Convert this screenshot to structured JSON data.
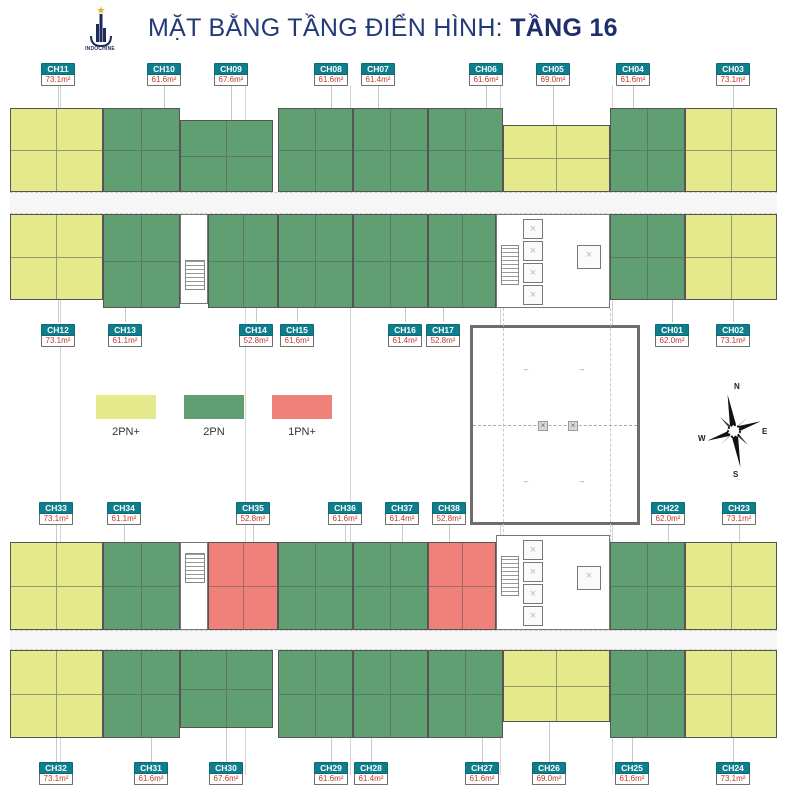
{
  "header": {
    "logo_text": "INDOCHINE",
    "title_prefix": "MẶT BẰNG TẦNG ĐIỂN HÌNH: ",
    "title_floor": "TẦNG 16"
  },
  "colors": {
    "type_2pn_plus": "#e4e98c",
    "type_2pn": "#5f9f72",
    "type_1pn_plus": "#f0817a",
    "tag_header": "#0f7e8c",
    "tag_area_text": "#c0392b",
    "title": "#233a7a"
  },
  "legend": [
    {
      "label": "2PN+",
      "color": "#e4e98c"
    },
    {
      "label": "2PN",
      "color": "#5f9f72"
    },
    {
      "label": "1PN+",
      "color": "#f0817a"
    }
  ],
  "compass": {
    "n": "N",
    "s": "S",
    "e": "E",
    "w": "W"
  },
  "units": {
    "top_row_a": [
      {
        "code": "CH11",
        "area": "73.1m²",
        "type": "2PN+"
      },
      {
        "code": "CH10",
        "area": "61.6m²",
        "type": "2PN"
      },
      {
        "code": "CH09",
        "area": "67.6m²",
        "type": "2PN"
      },
      {
        "code": "CH08",
        "area": "61.6m²",
        "type": "2PN"
      },
      {
        "code": "CH07",
        "area": "61.4m²",
        "type": "2PN"
      },
      {
        "code": "CH06",
        "area": "61.6m²",
        "type": "2PN"
      },
      {
        "code": "CH05",
        "area": "69.0m²",
        "type": "2PN+"
      },
      {
        "code": "CH04",
        "area": "61.6m²",
        "type": "2PN"
      },
      {
        "code": "CH03",
        "area": "73.1m²",
        "type": "2PN+"
      }
    ],
    "top_row_b": [
      {
        "code": "CH12",
        "area": "73.1m²",
        "type": "2PN+"
      },
      {
        "code": "CH13",
        "area": "61.1m²",
        "type": "2PN"
      },
      {
        "code": "CH14",
        "area": "52.8m²",
        "type": "2PN"
      },
      {
        "code": "CH15",
        "area": "61.6m²",
        "type": "2PN"
      },
      {
        "code": "CH16",
        "area": "61.4m²",
        "type": "2PN"
      },
      {
        "code": "CH17",
        "area": "52.8m²",
        "type": "2PN"
      },
      {
        "code": "CH01",
        "area": "62.0m²",
        "type": "2PN"
      },
      {
        "code": "CH02",
        "area": "73.1m²",
        "type": "2PN+"
      }
    ],
    "bottom_row_a": [
      {
        "code": "CH33",
        "area": "73.1m²",
        "type": "2PN+"
      },
      {
        "code": "CH34",
        "area": "61.1m²",
        "type": "2PN"
      },
      {
        "code": "CH35",
        "area": "52.8m²",
        "type": "1PN+"
      },
      {
        "code": "CH36",
        "area": "61.6m²",
        "type": "2PN"
      },
      {
        "code": "CH37",
        "area": "61.4m²",
        "type": "2PN"
      },
      {
        "code": "CH38",
        "area": "52.8m²",
        "type": "1PN+"
      },
      {
        "code": "CH22",
        "area": "62.0m²",
        "type": "2PN"
      },
      {
        "code": "CH23",
        "area": "73.1m²",
        "type": "2PN+"
      }
    ],
    "bottom_row_b": [
      {
        "code": "CH32",
        "area": "73.1m²",
        "type": "2PN+"
      },
      {
        "code": "CH31",
        "area": "61.6m²",
        "type": "2PN"
      },
      {
        "code": "CH30",
        "area": "67.6m²",
        "type": "2PN"
      },
      {
        "code": "CH29",
        "area": "61.6m²",
        "type": "2PN"
      },
      {
        "code": "CH28",
        "area": "61.4m²",
        "type": "2PN"
      },
      {
        "code": "CH27",
        "area": "61.6m²",
        "type": "2PN"
      },
      {
        "code": "CH26",
        "area": "69.0m²",
        "type": "2PN+"
      },
      {
        "code": "CH25",
        "area": "61.6m²",
        "type": "2PN"
      },
      {
        "code": "CH24",
        "area": "73.1m²",
        "type": "2PN+"
      }
    ]
  }
}
